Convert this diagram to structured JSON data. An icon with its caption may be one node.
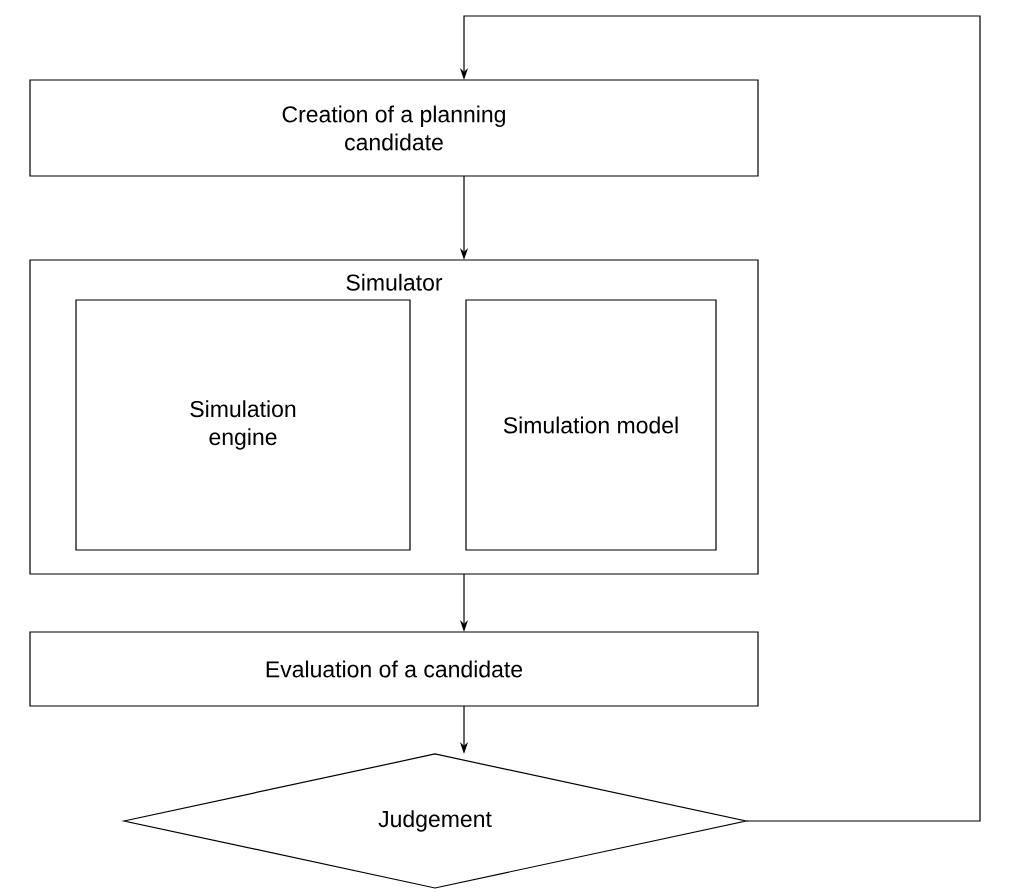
{
  "diagram": {
    "nodes": [
      {
        "text": [
          "Creation of a planning candidate"
        ]
      },
      {
        "text": [
          "Simulator"
        ]
      },
      {
        "text": [
          "Simulation engine"
        ],
        "in": 1
      },
      {
        "text": [
          "Simulation model"
        ],
        "in": 1
      },
      {
        "text": [
          "Evaluation of a candidate"
        ]
      },
      {
        "text": [
          "Judgement"
        ]
      }
    ],
    "edges": [
      {
        "from": 0,
        "to": 1,
        "arrow": "to"
      },
      {
        "from": 1,
        "to": 4,
        "arrow": "to"
      },
      {
        "from": 4,
        "to": 5,
        "arrow": "to"
      },
      {
        "from": 5,
        "to": 0,
        "arrow": "to"
      }
    ]
  }
}
